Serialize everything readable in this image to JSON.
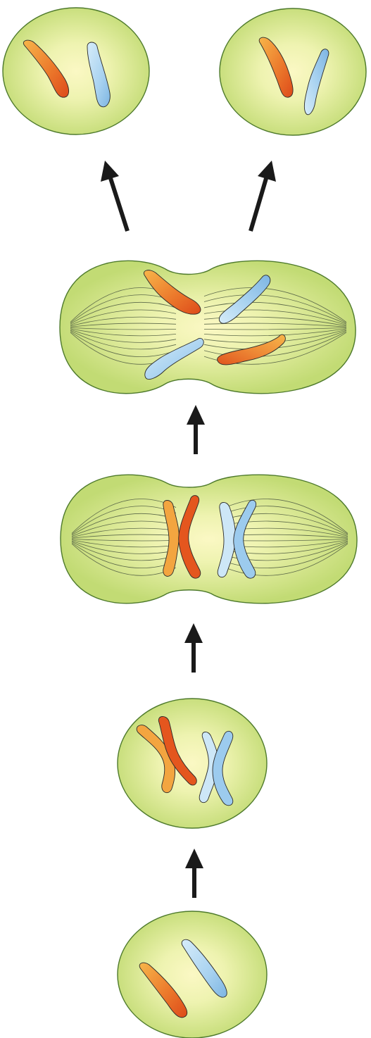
{
  "colors": {
    "cell_center": "#fbf8c4",
    "cell_mid": "#e3ee9c",
    "cell_edge": "#c2db74",
    "cell_outline": "#4e7a2c",
    "spindle": "#5d6a4a",
    "orange_light": "#f6b347",
    "orange_dark": "#e04a1c",
    "blue_light": "#c9e6f7",
    "blue_dark": "#7fb8e4",
    "chromosome_outline": "#2a2a2a",
    "arrow": "#1a1a1a"
  },
  "stages": [
    {
      "name": "interphase-cell",
      "description_shown": false
    },
    {
      "name": "prophase-cell",
      "description_shown": false
    },
    {
      "name": "metaphase-cell",
      "description_shown": false
    },
    {
      "name": "anaphase-cell",
      "description_shown": false
    },
    {
      "name": "daughter-cell-left",
      "description_shown": false
    },
    {
      "name": "daughter-cell-right",
      "description_shown": false
    }
  ],
  "arrows": [
    {
      "name": "arrow-interphase-to-prophase"
    },
    {
      "name": "arrow-prophase-to-metaphase"
    },
    {
      "name": "arrow-metaphase-to-anaphase"
    },
    {
      "name": "arrow-anaphase-to-daughter-left"
    },
    {
      "name": "arrow-anaphase-to-daughter-right"
    }
  ]
}
